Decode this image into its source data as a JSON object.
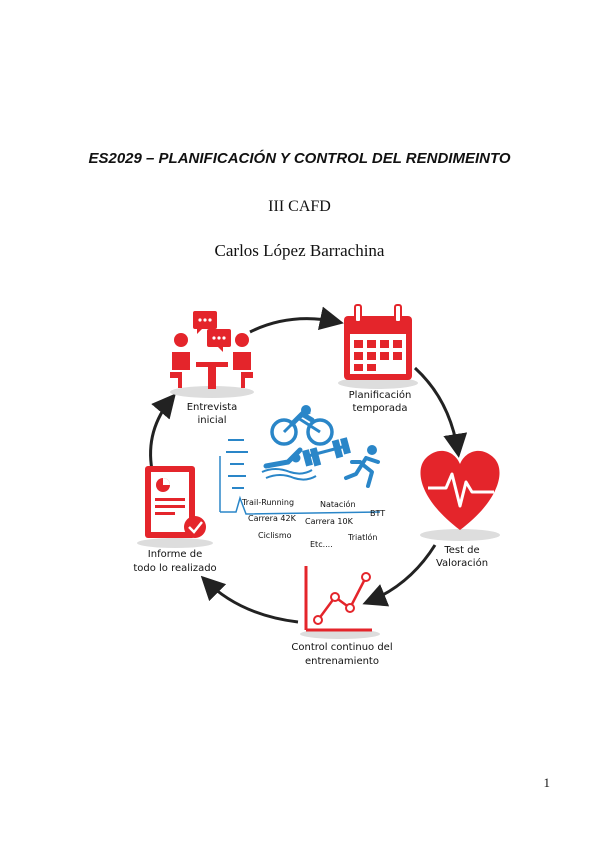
{
  "document": {
    "title": "ES2029 – PLANIFICACIÓN Y CONTROL DEL RENDIMEINTO",
    "subtitle": "III CAFD",
    "author": "Carlos López Barrachina",
    "page_number": "1"
  },
  "diagram": {
    "steps": {
      "interview": [
        "Entrevista",
        "inicial"
      ],
      "planning": [
        "Planificación",
        "temporada"
      ],
      "test": [
        "Test de",
        "Valoración"
      ],
      "control": [
        "Control continuo del",
        "entrenamiento"
      ],
      "report": [
        "Informe de",
        "todo lo realizado"
      ]
    },
    "sports": {
      "trail": "Trail-Running",
      "swim": "Natación",
      "btt": "BTT",
      "marathon": "Carrera 42K",
      "run10k": "Carrera 10K",
      "cycling": "Ciclismo",
      "triathlon": "Triatlón",
      "etc": "Etc...."
    },
    "colors": {
      "accent_red": "#e4252b",
      "sport_blue": "#2a86c8",
      "arrow": "#222222"
    }
  }
}
